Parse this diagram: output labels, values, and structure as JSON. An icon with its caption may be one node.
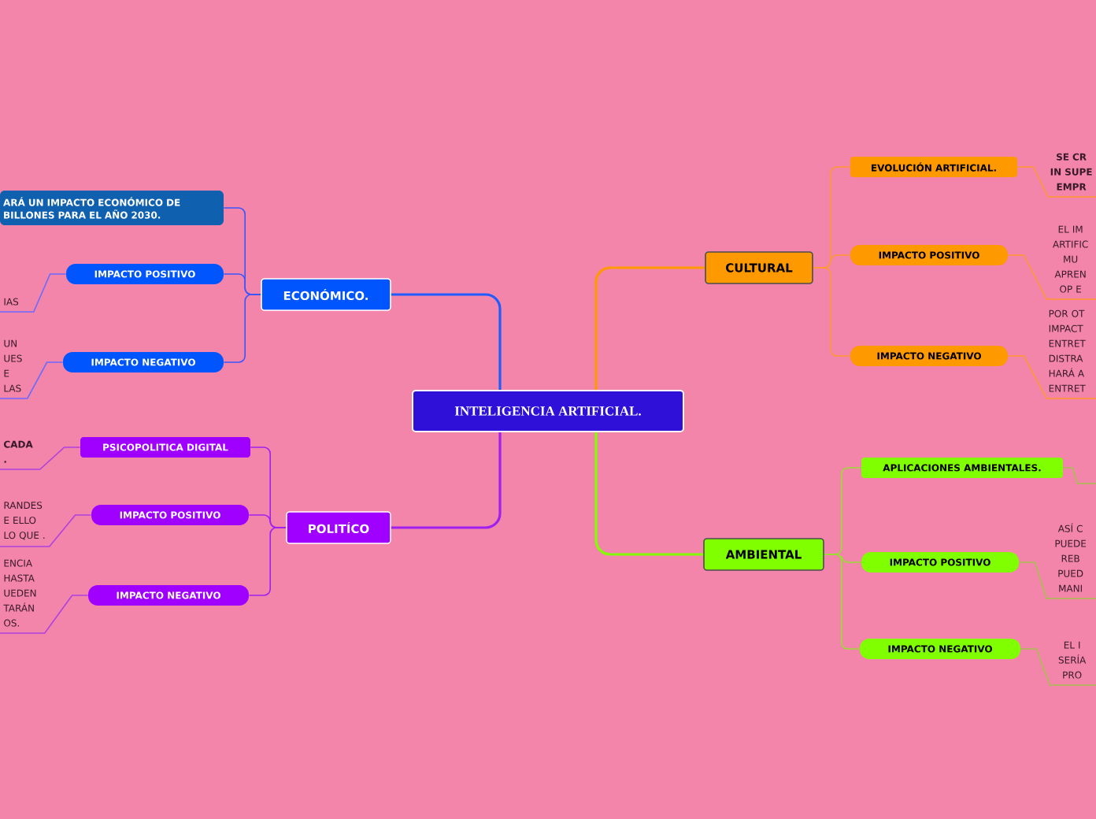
{
  "diagram": {
    "nodes": [
      {
        "text": [
          "INTELIGENCIA ARTIFICIAL."
        ]
      },
      {
        "text": [
          "ECONÓMICO."
        ]
      },
      {
        "text": [
          "POLITÍCO"
        ]
      },
      {
        "text": [
          "CULTURAL"
        ]
      },
      {
        "text": [
          "AMBIENTAL"
        ]
      },
      {
        "text": [
          "ARÁ UN IMPACTO ECONÓMICO DE BILLONES PARA EL AÑO 2030."
        ]
      },
      {
        "text": [
          "IMPACTO POSITIVO"
        ]
      },
      {
        "text": [
          "IMPACTO NEGATIVO"
        ]
      },
      {
        "text": [
          "PSICOPOLITICA DIGITAL"
        ]
      },
      {
        "text": [
          "IMPACTO POSITIVO"
        ]
      },
      {
        "text": [
          "IMPACTO NEGATIVO"
        ]
      },
      {
        "text": [
          "EVOLUCIÓN ARTIFICIAL."
        ]
      },
      {
        "text": [
          "IMPACTO POSITIVO"
        ]
      },
      {
        "text": [
          "IMPACTO NEGATIVO"
        ]
      },
      {
        "text": [
          "APLICACIONES AMBIENTALES."
        ]
      },
      {
        "text": [
          "IMPACTO POSITIVO"
        ]
      },
      {
        "text": [
          "IMPACTO NEGATIVO"
        ]
      },
      {
        "text": [
          "IAS"
        ]
      },
      {
        "text": [
          "UN UES E LAS"
        ]
      },
      {
        "text": [
          "CADA ."
        ]
      },
      {
        "text": [
          "RANDES E ELLO LO QUE ."
        ]
      },
      {
        "text": [
          "ENCIA HASTA UEDEN TARÁN OS."
        ]
      },
      {
        "text": [
          "SE CR IN SUPE EMPR"
        ]
      },
      {
        "text": [
          "EL IM ARTIFIC MU APREN OP E"
        ]
      },
      {
        "text": [
          "POR OT IMPACT ENTRET DISTRA HARÁ A ENTRET"
        ]
      },
      {
        "text": [
          "ASÍ C PUEDE REB PUED MANI"
        ]
      },
      {
        "text": [
          "EL I SERÍA PRO"
        ]
      }
    ],
    "edges": [
      {
        "from": 0,
        "to": 1,
        "arrow": "none",
        "color": "#1f5cff"
      },
      {
        "from": 0,
        "to": 2,
        "arrow": "none",
        "color": "#a020f0"
      },
      {
        "from": 0,
        "to": 3,
        "arrow": "none",
        "color": "#ff9900"
      },
      {
        "from": 0,
        "to": 4,
        "arrow": "none",
        "color": "#80ff00"
      },
      {
        "from": 1,
        "to": 5,
        "arrow": "none",
        "color": "#3a55ff"
      },
      {
        "from": 1,
        "to": 6,
        "arrow": "none",
        "color": "#3a55ff"
      },
      {
        "from": 1,
        "to": 7,
        "arrow": "none",
        "color": "#3a55ff"
      },
      {
        "from": 2,
        "to": 8,
        "arrow": "none",
        "color": "#a020f0"
      },
      {
        "from": 2,
        "to": 9,
        "arrow": "none",
        "color": "#a020f0"
      },
      {
        "from": 2,
        "to": 10,
        "arrow": "none",
        "color": "#a020f0"
      },
      {
        "from": 3,
        "to": 11,
        "arrow": "none",
        "color": "#ff9933"
      },
      {
        "from": 3,
        "to": 12,
        "arrow": "none",
        "color": "#ff9933"
      },
      {
        "from": 3,
        "to": 13,
        "arrow": "none",
        "color": "#ff9933"
      },
      {
        "from": 4,
        "to": 14,
        "arrow": "none",
        "color": "#99dd33"
      },
      {
        "from": 4,
        "to": 15,
        "arrow": "none",
        "color": "#99dd33"
      },
      {
        "from": 4,
        "to": 16,
        "arrow": "none",
        "color": "#99dd33"
      },
      {
        "from": 6,
        "to": 17,
        "arrow": "none",
        "color": "#6a6aff"
      },
      {
        "from": 7,
        "to": 18,
        "arrow": "none",
        "color": "#6a6aff"
      },
      {
        "from": 8,
        "to": 19,
        "arrow": "none",
        "color": "#b040e0"
      },
      {
        "from": 9,
        "to": 20,
        "arrow": "none",
        "color": "#b040e0"
      },
      {
        "from": 10,
        "to": 21,
        "arrow": "none",
        "color": "#b040e0"
      },
      {
        "from": 11,
        "to": 22,
        "arrow": "none",
        "color": "#ff9933"
      },
      {
        "from": 12,
        "to": 23,
        "arrow": "none",
        "color": "#ff9933"
      },
      {
        "from": 13,
        "to": 24,
        "arrow": "none",
        "color": "#ff9933"
      },
      {
        "from": 14,
        "to": null,
        "arrow": "none",
        "color": "#a8c050"
      },
      {
        "from": 15,
        "to": 25,
        "arrow": "none",
        "color": "#a8c050"
      },
      {
        "from": 16,
        "to": 26,
        "arrow": "none",
        "color": "#a8c050"
      }
    ]
  }
}
